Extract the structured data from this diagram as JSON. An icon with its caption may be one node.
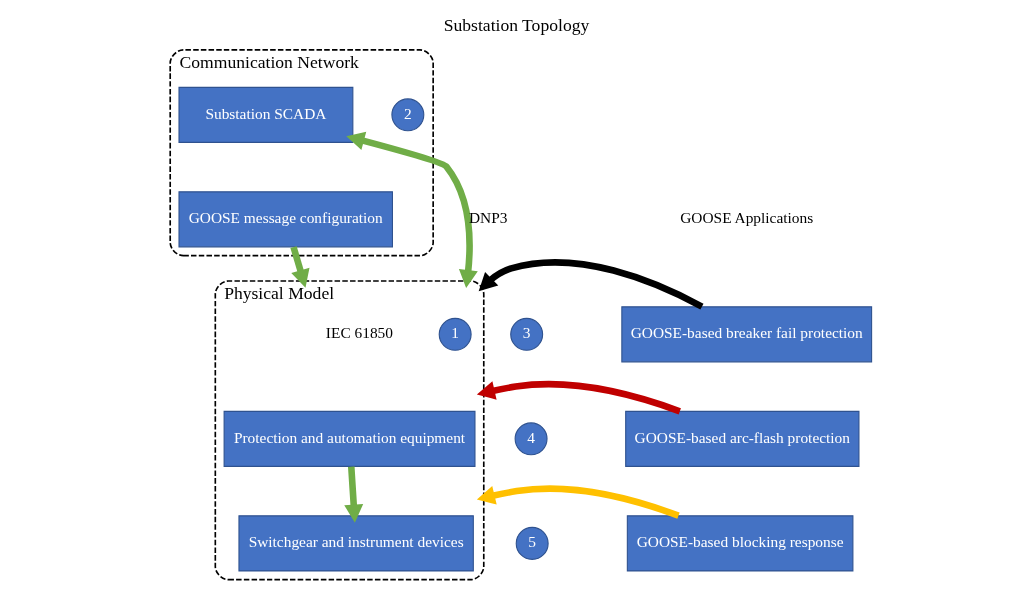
{
  "diagram": {
    "title": "Substation Topology",
    "nodes": [
      {
        "text": [
          "Communication Network"
        ]
      },
      {
        "text": [
          "2"
        ],
        "in": 0
      },
      {
        "text": [
          "GOOSE message configuration"
        ],
        "in": 0
      },
      {
        "text": [
          "Substation SCADA"
        ],
        "in": 0
      },
      {
        "text": [
          "Physical Model"
        ]
      },
      {
        "text": [
          "1"
        ],
        "in": 4
      },
      {
        "text": [
          "Protection and automation equipment"
        ],
        "in": 4
      },
      {
        "text": [
          "Switchgear and instrument devices"
        ],
        "in": 4
      },
      {
        "text": [
          "3"
        ]
      },
      {
        "text": [
          "GOOSE-based breaker fail protection"
        ]
      },
      {
        "text": [
          "4"
        ]
      },
      {
        "text": [
          "GOOSE-based arc-flash protection"
        ]
      },
      {
        "text": [
          "5"
        ]
      },
      {
        "text": [
          "GOOSE-based blocking response"
        ]
      }
    ],
    "edges": [
      {
        "from": 2,
        "to": 4,
        "arrow": "to",
        "label": "IEC 61850",
        "color": "#70ad47"
      },
      {
        "from": 3,
        "to": 4,
        "arrow": "both",
        "label": "DNP3",
        "color": "#70ad47"
      },
      {
        "from": 6,
        "to": 7,
        "arrow": "to",
        "color": "#70ad47"
      },
      {
        "from": 9,
        "to": 4,
        "arrow": "to",
        "color": "#000000"
      },
      {
        "from": 11,
        "to": 4,
        "arrow": "to",
        "color": "#c00000"
      },
      {
        "from": 13,
        "to": 4,
        "arrow": "to",
        "color": "#ffc000"
      }
    ],
    "labels": [
      "GOOSE Applications"
    ]
  }
}
